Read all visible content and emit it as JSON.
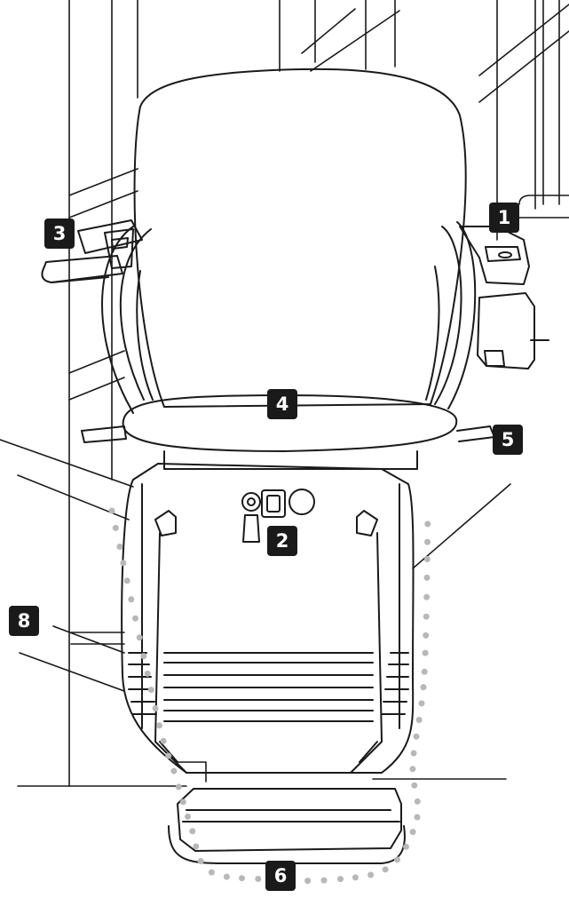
{
  "colors": {
    "line": "#1a1a1a",
    "callout_bg": "#1a1a1a",
    "callout_text": "#ffffff",
    "dots": "#b8b8b8"
  },
  "callouts": [
    {
      "id": "armrest-control",
      "label": "1"
    },
    {
      "id": "key-switch",
      "label": "2"
    },
    {
      "id": "left-armrest",
      "label": "3"
    },
    {
      "id": "seat",
      "label": "4"
    },
    {
      "id": "swivel-lever",
      "label": "5"
    },
    {
      "id": "footrest",
      "label": "6"
    },
    {
      "id": "safety-edges",
      "label": "8"
    }
  ]
}
